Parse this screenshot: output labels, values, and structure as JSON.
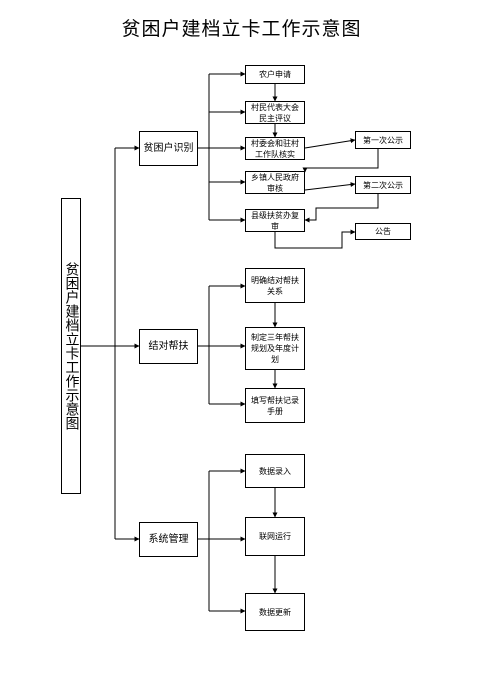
{
  "title": "贫困户建档立卡工作示意图",
  "root": "贫困户建档立卡工作示意图",
  "categories": {
    "identify": "贫困户识别",
    "assist": "结对帮扶",
    "system": "系统管理"
  },
  "identify_steps": [
    "农户申请",
    "村民代表大会\n民主评议",
    "村委会和驻村\n工作队核实",
    "乡镇人民政府\n审核",
    "县级扶贫办复\n审"
  ],
  "notices": [
    "第一次公示",
    "第二次公示",
    "公告"
  ],
  "assist_steps": [
    "明确结对帮扶\n关系",
    "制定三年帮扶\n规划及年度计\n划",
    "填写帮扶记录\n手册"
  ],
  "system_steps": [
    "数据录入",
    "联网运行",
    "数据更新"
  ]
}
